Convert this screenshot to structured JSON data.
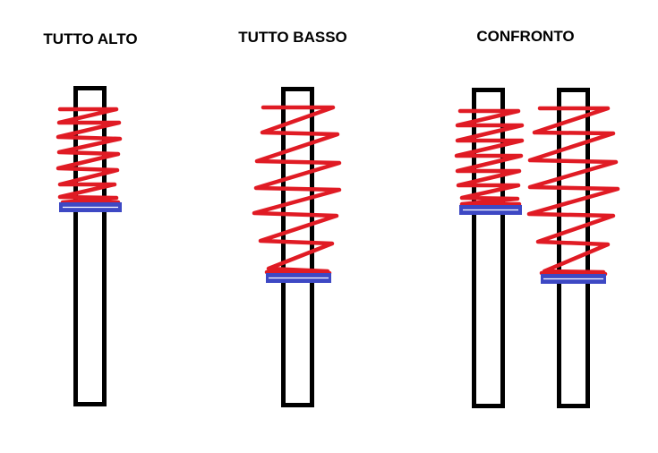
{
  "titles": {
    "high": "TUTTO ALTO",
    "low": "TUTTO BASSO",
    "compare": "CONFRONTO"
  },
  "colors": {
    "background": "#ffffff",
    "rod_stroke": "#000000",
    "spring": "#e01b24",
    "spring_seat": "#3d48c4",
    "seat_highlight": "#ffffff"
  },
  "icons": {
    "rod": "shock-absorber-rod",
    "spring": "coil-spring",
    "seat": "spring-seat-ring"
  }
}
